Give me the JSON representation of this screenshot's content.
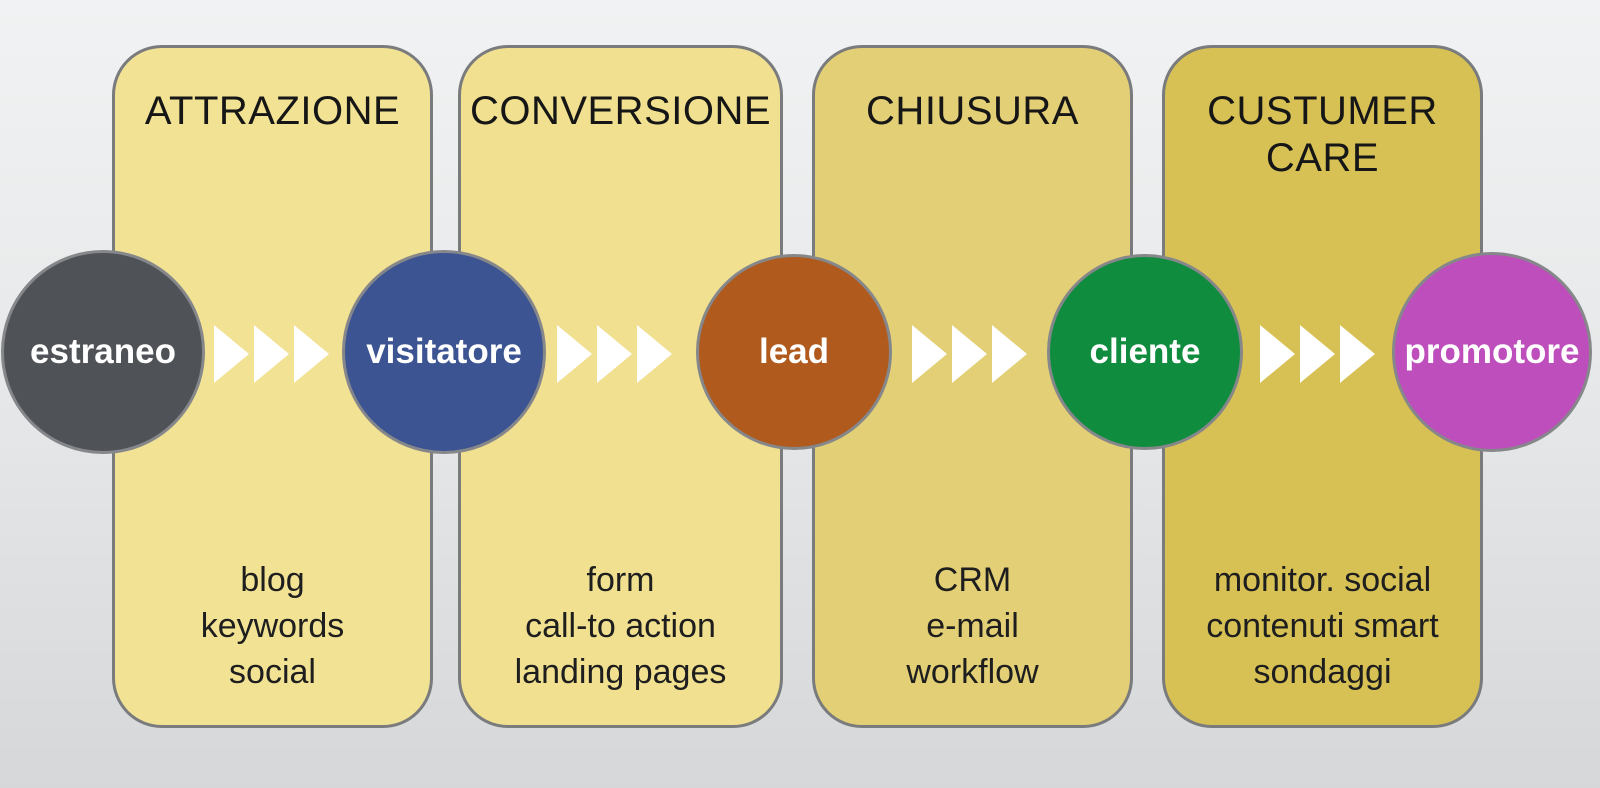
{
  "diagram": {
    "title_note": "inbound marketing funnel stages",
    "stages": [
      {
        "title": "ATTRAZIONE",
        "panel_color": "#F2E294",
        "tools": [
          "blog",
          "keywords",
          "social"
        ]
      },
      {
        "title": "CONVERSIONE",
        "panel_color": "#F0E090",
        "tools": [
          "form",
          "call-to action",
          "landing pages"
        ]
      },
      {
        "title": "CHIUSURA",
        "panel_color": "#E3CF75",
        "tools": [
          "CRM",
          "e-mail",
          "workflow"
        ]
      },
      {
        "title": "CUSTUMER CARE",
        "panel_color": "#D7C155",
        "tools": [
          "monitor. social",
          "contenuti smart",
          "sondaggi"
        ]
      }
    ],
    "personas": [
      {
        "label": "estraneo",
        "color": "#4F5257"
      },
      {
        "label": "visitatore",
        "color": "#3D5493"
      },
      {
        "label": "lead",
        "color": "#B05A1E"
      },
      {
        "label": "cliente",
        "color": "#108C3E"
      },
      {
        "label": "promotore",
        "color": "#BE4EBB"
      }
    ],
    "arrows": {
      "color": "#FFFFFF"
    },
    "panel_border_color": "#7A7B7D",
    "circle_border_color": "#85878A"
  }
}
